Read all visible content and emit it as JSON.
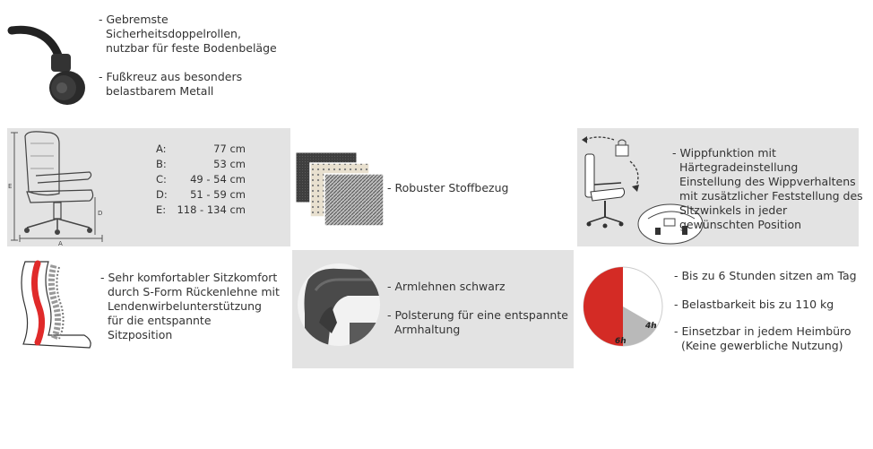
{
  "wheels": {
    "bullet1": "- Gebremste\n  Sicherheitsdoppelrollen,\n  nutzbar für feste Bodenbeläge",
    "bullet2": "- Fußkreuz aus besonders\n  belastbarem Metall"
  },
  "dimensions": {
    "rows": [
      {
        "key": "A:",
        "value": "77 cm"
      },
      {
        "key": "B:",
        "value": "53 cm"
      },
      {
        "key": "C:",
        "value": "49 - 54 cm"
      },
      {
        "key": "D:",
        "value": "51 - 59 cm"
      },
      {
        "key": "E:",
        "value": "118 - 134 cm"
      }
    ],
    "diagram_labels": {
      "a": "A",
      "d": "D",
      "e": "E"
    }
  },
  "fabric": {
    "text": "- Robuster Stoffbezug"
  },
  "tilt": {
    "text": "- Wippfunktion mit\n  Härtegradeinstellung\n  Einstellung des Wippverhaltens\n  mit zusätzlicher Feststellung des\n  Sitzwinkels in jeder\n  gewünschten Position"
  },
  "comfort": {
    "text": "- Sehr komfortabler Sitzkomfort\n  durch S-Form Rückenlehne mit\n  Lendenwirbelunterstützung\n  für die entspannte\n  Sitzposition"
  },
  "armrest": {
    "bullet1": "- Armlehnen schwarz",
    "bullet2": "- Polsterung für eine entspannte\n  Armhaltung"
  },
  "usage": {
    "bullet1": "- Bis zu 6 Stunden sitzen am Tag",
    "bullet2": "- Belastbarkeit bis zu 110 kg",
    "bullet3": "- Einsetzbar in jedem Heimbüro\n  (Keine gewerbliche Nutzung)",
    "pie_label_6h": "6h",
    "pie_label_4h": "4h"
  },
  "colors": {
    "panel_grey": "#e3e3e3",
    "pie_red": "#d42b25",
    "pie_grey": "#b9b9b9",
    "spine_red": "#e02a2a"
  }
}
